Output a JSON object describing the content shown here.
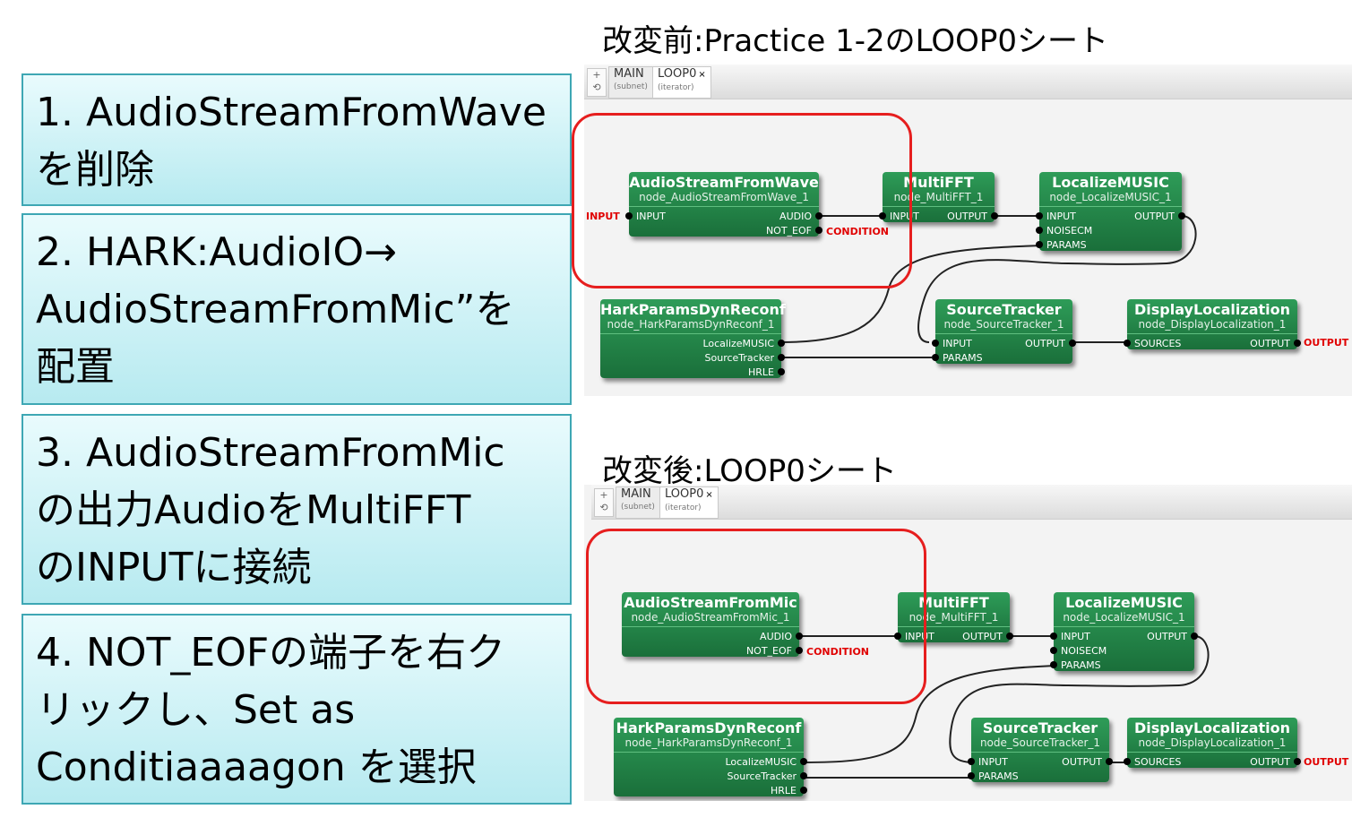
{
  "steps": [
    "1. AudioStreamFromWave\nを削除",
    "2. HARK:AudioIO→\nAudioStreamFromMic”を\n配置",
    "3. AudioStreamFromMic\nの出力AudioをMultiFFT\nのINPUTに接続",
    "4. NOT_EOFの端子を右ク\nリックし、Set as\nConditiaaaagon を選択"
  ],
  "captions": {
    "before": "改変前:Practice 1-2のLOOP0シート",
    "after": "改変後:LOOP0シート"
  },
  "tabs": {
    "main": "MAIN",
    "main_sub": "(subnet)",
    "loop": "LOOP0",
    "loop_sub": "(iterator)",
    "close": "×",
    "plus": "+",
    "undo": "⟲"
  },
  "nodes": {
    "wave_title": "AudioStreamFromWave",
    "wave_sub": "node_AudioStreamFromWave_1",
    "mic_title": "AudioStreamFromMic",
    "mic_sub": "node_AudioStreamFromMic_1",
    "fft_title": "MultiFFT",
    "fft_sub": "node_MultiFFT_1",
    "music_title": "LocalizeMUSIC",
    "music_sub": "node_LocalizeMUSIC_1",
    "dyn_title": "HarkParamsDynReconf",
    "dyn_sub": "node_HarkParamsDynReconf_1",
    "st_title": "SourceTracker",
    "st_sub": "node_SourceTracker_1",
    "disp_title": "DisplayLocalization",
    "disp_sub": "node_DisplayLocalization_1"
  },
  "ports": {
    "input": "INPUT",
    "output": "OUTPUT",
    "audio": "AUDIO",
    "not_eof": "NOT_EOF",
    "noisecm": "NOISECM",
    "params": "PARAMS",
    "sources": "SOURCES",
    "localize_music": "LocalizeMUSIC",
    "source_tracker": "SourceTracker",
    "hrle": "HRLE"
  },
  "external": {
    "input": "INPUT",
    "condition": "CONDITION",
    "output": "OUTPUT"
  },
  "colors": {
    "node_green": "#1f7a42",
    "highlight_red": "#e61e1e",
    "step_border": "#3ea7b4"
  }
}
